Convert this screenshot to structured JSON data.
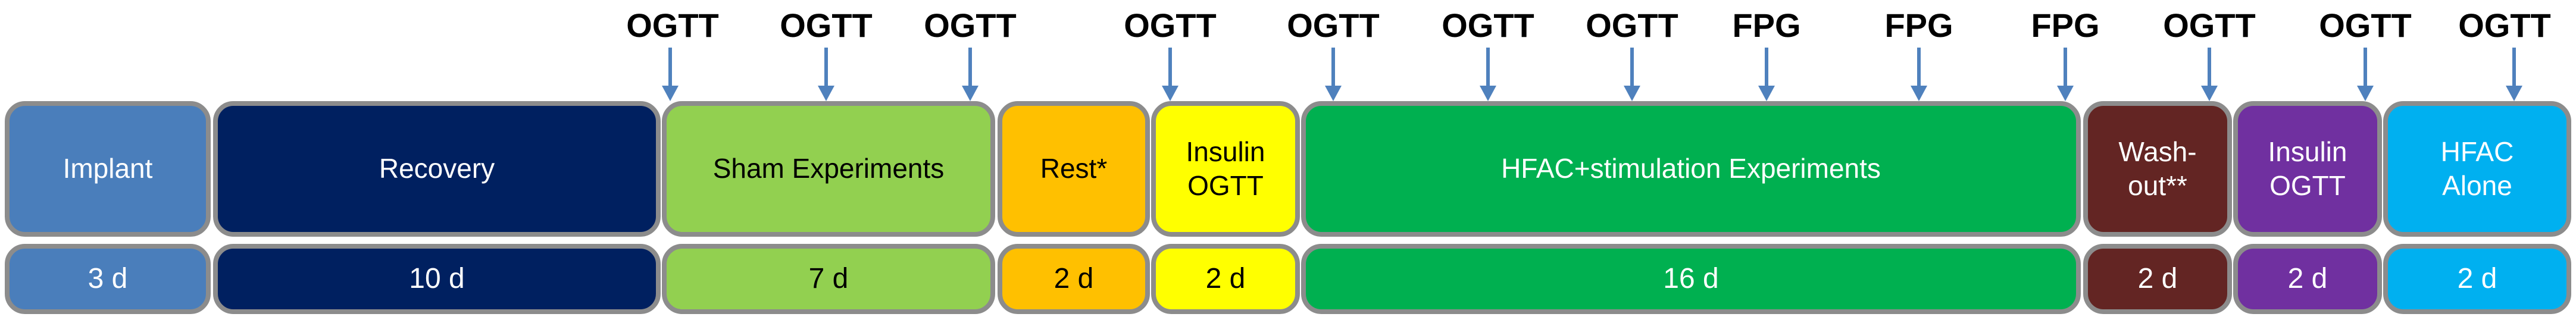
{
  "phases": [
    {
      "label": "Implant",
      "duration": "3 d",
      "bg": "#4a7ebb",
      "fg": "#ffffff"
    },
    {
      "label": "Recovery",
      "duration": "10 d",
      "bg": "#002060",
      "fg": "#ffffff"
    },
    {
      "label": "Sham Experiments",
      "duration": "7 d",
      "bg": "#92d050",
      "fg": "#000000"
    },
    {
      "label": "Rest*",
      "duration": "2 d",
      "bg": "#ffc000",
      "fg": "#000000"
    },
    {
      "label": "Insulin OGTT",
      "duration": "2 d",
      "bg": "#ffff00",
      "fg": "#000000"
    },
    {
      "label": "HFAC+stimulation Experiments",
      "duration": "16 d",
      "bg": "#00b050",
      "fg": "#ffffff"
    },
    {
      "label": "Wash-out**",
      "duration": "2 d",
      "bg": "#632523",
      "fg": "#ffffff"
    },
    {
      "label": "Insulin OGTT",
      "duration": "2 d",
      "bg": "#7030a0",
      "fg": "#ffffff"
    },
    {
      "label": "HFAC Alone",
      "duration": "2 d",
      "bg": "#00b0f0",
      "fg": "#ffffff"
    }
  ],
  "tests": [
    "OGTT",
    "OGTT",
    "OGTT",
    "OGTT",
    "OGTT",
    "OGTT",
    "OGTT",
    "FPG",
    "FPG",
    "FPG",
    "OGTT",
    "OGTT",
    "OGTT"
  ],
  "colors": {
    "arrow": "#4f81bd",
    "border": "#8c8c8c"
  }
}
